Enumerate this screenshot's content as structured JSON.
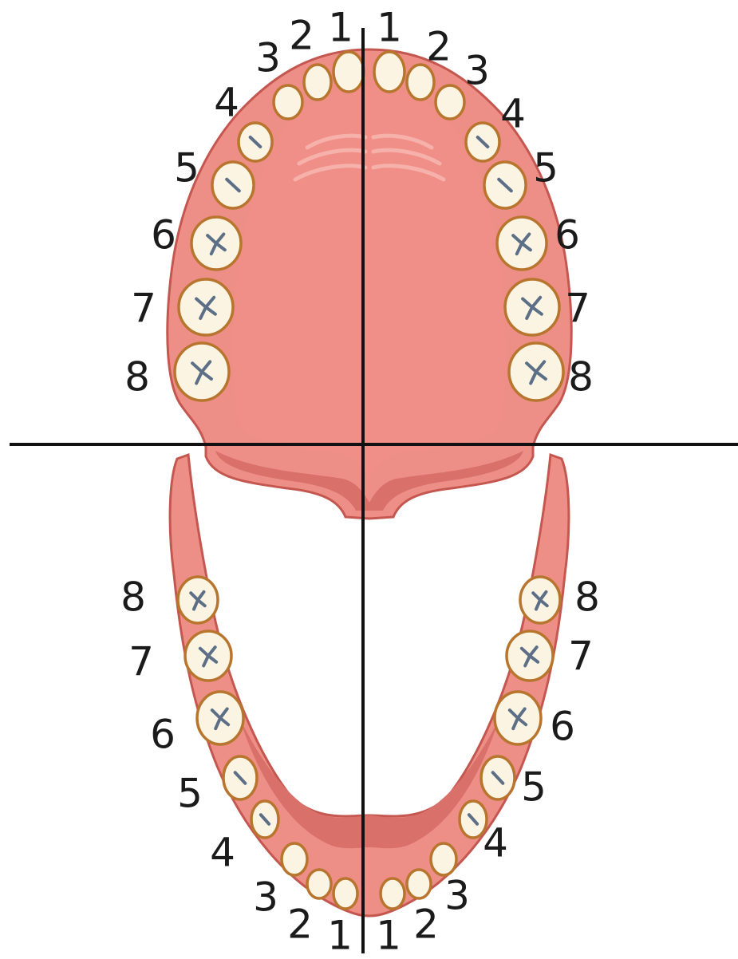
{
  "colors": {
    "gum": "#ee8f87",
    "gum_dark": "#d9706a",
    "gum_edge": "#c4574f",
    "palate": "#f08f88",
    "tooth": "#fbf4e3",
    "tooth_edge": "#b8752e",
    "fissure": "#5c6f86",
    "axis": "#111111",
    "label": "#1b1b1b"
  },
  "upper_right": {
    "labels": [
      "1",
      "2",
      "3",
      "4",
      "5",
      "6",
      "7",
      "8"
    ]
  },
  "upper_left": {
    "labels": [
      "1",
      "2",
      "3",
      "4",
      "5",
      "6",
      "7",
      "8"
    ]
  },
  "lower_right": {
    "labels": [
      "8",
      "7",
      "6",
      "5",
      "4",
      "3",
      "2",
      "1"
    ]
  },
  "lower_left": {
    "labels": [
      "8",
      "7",
      "6",
      "5",
      "4",
      "3",
      "2",
      "1"
    ]
  }
}
